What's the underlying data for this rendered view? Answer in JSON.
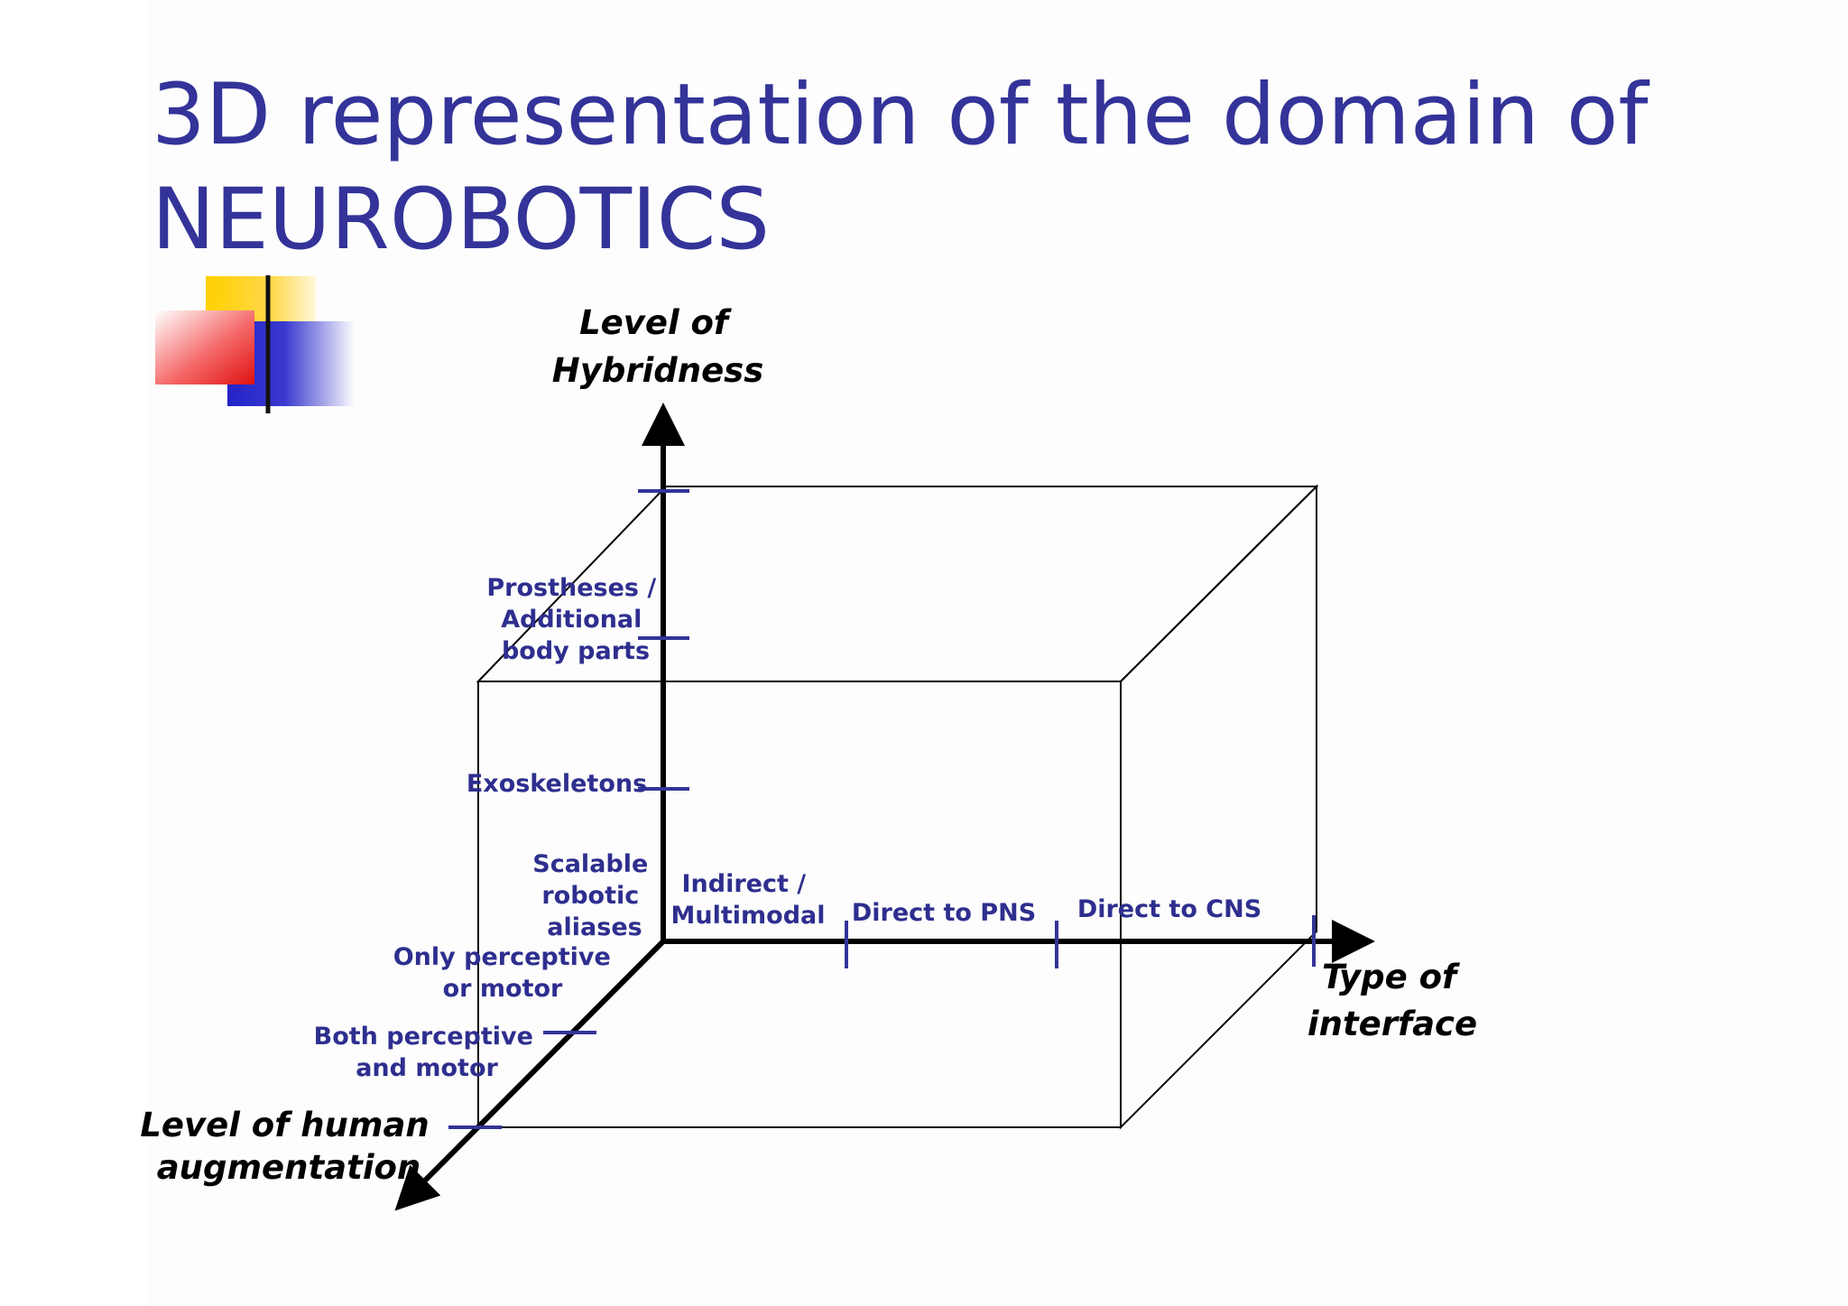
{
  "slide": {
    "title_line1": "3D representation of the domain of",
    "title_line2": "NEUROBOTICS",
    "colors": {
      "title": "#333399",
      "tick": "#333399",
      "label": "#2e2e8f",
      "axis": "#000000"
    }
  },
  "diagram": {
    "vertical_axis": {
      "title_line1": "Level of",
      "title_line2": "Hybridness",
      "ticks": [
        {
          "lines": [
            "Scalable",
            "robotic",
            "aliases"
          ]
        },
        {
          "lines": [
            "Exoskeletons"
          ]
        },
        {
          "lines": [
            "Prostheses /",
            "Additional",
            "body parts"
          ]
        }
      ]
    },
    "horizontal_axis": {
      "title_line1": "Type of",
      "title_line2": "interface",
      "ticks": [
        {
          "lines": [
            "Indirect /",
            "Multimodal"
          ]
        },
        {
          "lines": [
            "Direct to PNS"
          ]
        },
        {
          "lines": [
            "Direct to CNS"
          ]
        }
      ]
    },
    "depth_axis": {
      "title_line1": "Level of human",
      "title_line2": "augmentation",
      "ticks": [
        {
          "lines": [
            "Only perceptive",
            "or motor"
          ]
        },
        {
          "lines": [
            "Both perceptive",
            "and motor"
          ]
        }
      ]
    }
  }
}
